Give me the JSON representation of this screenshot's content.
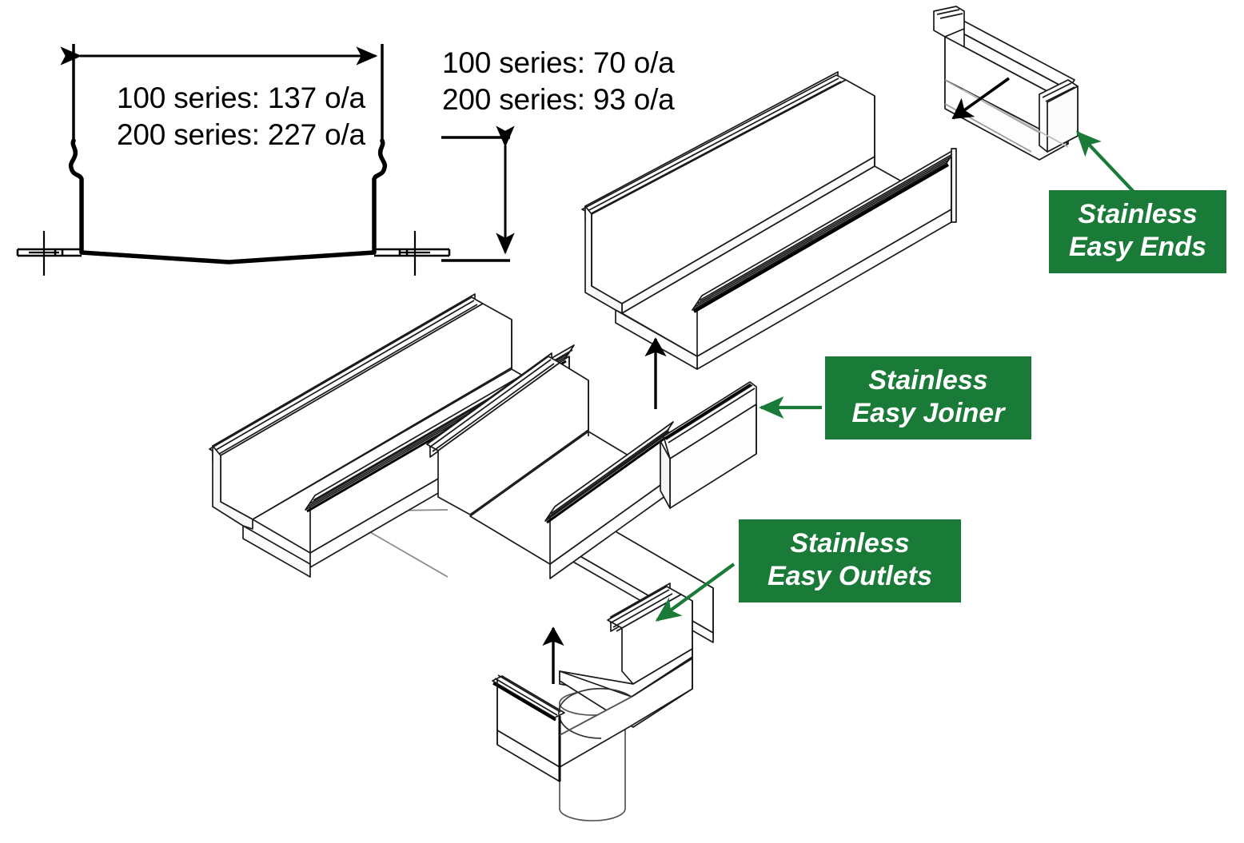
{
  "diagram": {
    "title": "Stainless drainage channel exploded assembly",
    "background_color": "#ffffff",
    "line_color": "#000000",
    "accent_color": "#1a7a38"
  },
  "dimensions": {
    "width_callout": {
      "name": "overall-width",
      "line1": "100 series: 137 o/a",
      "line2": "200 series: 227 o/a"
    },
    "height_callout": {
      "name": "overall-height",
      "line1": "100 series: 70 o/a",
      "line2": "200 series: 93 o/a"
    }
  },
  "callouts": [
    {
      "id": "easy-ends",
      "line1": "Stainless",
      "line2": "Easy Ends",
      "color": "#1a7a38"
    },
    {
      "id": "easy-joiner",
      "line1": "Stainless",
      "line2": "Easy Joiner",
      "color": "#1a7a38"
    },
    {
      "id": "easy-outlets",
      "line1": "Stainless",
      "line2": "Easy Outlets",
      "color": "#1a7a38"
    }
  ],
  "parts": [
    {
      "id": "channel-upper",
      "label": "channel section upper right"
    },
    {
      "id": "channel-main",
      "label": "channel section main left"
    },
    {
      "id": "channel-mid",
      "label": "channel section middle"
    },
    {
      "id": "end-cap",
      "label": "stainless easy end cap"
    },
    {
      "id": "joiner",
      "label": "stainless easy joiner"
    },
    {
      "id": "outlet",
      "label": "stainless easy outlet with downpipe"
    }
  ]
}
